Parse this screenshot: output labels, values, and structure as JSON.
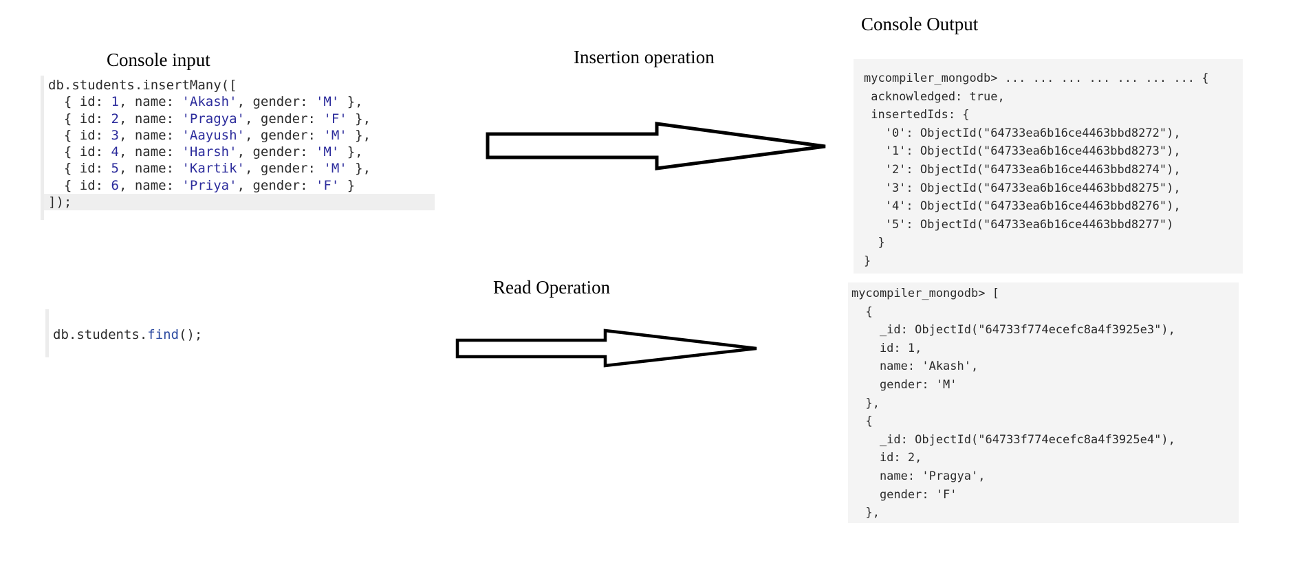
{
  "labels": {
    "console_input": "Console input",
    "insertion": "Insertion operation",
    "console_output": "Console Output",
    "read": "Read Operation"
  },
  "insert_input": {
    "line0": "db.students.insertMany([",
    "rows": [
      {
        "id": "1",
        "name": "'Akash'",
        "gender": "'M'"
      },
      {
        "id": "2",
        "name": "'Pragya'",
        "gender": "'F'"
      },
      {
        "id": "3",
        "name": "'Aayush'",
        "gender": "'M'"
      },
      {
        "id": "4",
        "name": "'Harsh'",
        "gender": "'M'"
      },
      {
        "id": "5",
        "name": "'Kartik'",
        "gender": "'M'"
      },
      {
        "id": "6",
        "name": "'Priya'",
        "gender": "'F'"
      }
    ],
    "close": "]);"
  },
  "find_input": {
    "prefix": "db.students.",
    "fn": "find",
    "suffix": "();"
  },
  "insert_output": [
    "mycompiler_mongodb> ... ... ... ... ... ... ... {",
    " acknowledged: true,",
    " insertedIds: {",
    "   '0': ObjectId(\"64733ea6b16ce4463bbd8272\"),",
    "   '1': ObjectId(\"64733ea6b16ce4463bbd8273\"),",
    "   '2': ObjectId(\"64733ea6b16ce4463bbd8274\"),",
    "   '3': ObjectId(\"64733ea6b16ce4463bbd8275\"),",
    "   '4': ObjectId(\"64733ea6b16ce4463bbd8276\"),",
    "   '5': ObjectId(\"64733ea6b16ce4463bbd8277\")",
    "  }",
    "}"
  ],
  "find_output": [
    "mycompiler_mongodb> [",
    "  {",
    "    _id: ObjectId(\"64733f774ecefc8a4f3925e3\"),",
    "    id: 1,",
    "    name: 'Akash',",
    "    gender: 'M'",
    "  },",
    "  {",
    "    _id: ObjectId(\"64733f774ecefc8a4f3925e4\"),",
    "    id: 2,",
    "    name: 'Pragya',",
    "    gender: 'F'",
    "  },"
  ]
}
